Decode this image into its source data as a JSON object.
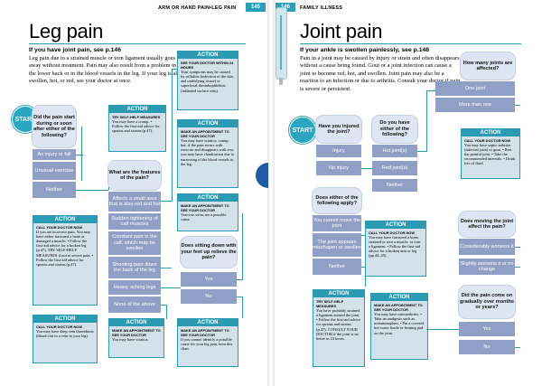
{
  "header": {
    "left_section": "ARM OR HAND PAIN•LEG PAIN",
    "left_page": "145",
    "right_page": "146",
    "right_section": "FAMILY ILLNESS"
  },
  "leg": {
    "title": "Leg pain",
    "intro_lead": "If you have joint pain, see p.146",
    "intro_body": "Leg pain due to a strained muscle or torn ligament usually goes away without treatment. Pain may also result from a problem in the lower back or in the blood vessels in the leg. If your leg is also swollen, hot, or red, see your doctor at once.",
    "start": "START",
    "q1": "Did the pain start during or soon after either of the following?",
    "q1_options": [
      "An injury or fall",
      "Unusual exercise",
      "Neither"
    ],
    "q2": "What are the features of the pain?",
    "q2_options": [
      "Affects a small area that is also red and hot",
      "Sudden tightening of calf muscles",
      "Constant pain in the calf, which may be swollen",
      "Shooting pain down the back of the leg",
      "Heavy, aching legs",
      "None of the above"
    ],
    "q3": "Does sitting down with your feet up relieve the pain?",
    "q3_options": [
      "Yes",
      "No"
    ],
    "actions": [
      {
        "title": "ACTION",
        "caption": "CALL YOUR DOCTOR NOW",
        "text": "If you are in severe pain. You may have either fractured a bone or damaged a muscle. • Follow the first-aid advice for a broken leg (p.47). TRY SELF-HELP MEASURES if not in severe pain. • Follow the first-aid advice for sprains and strains (p.47)."
      },
      {
        "title": "ACTION",
        "caption": "CALL YOUR DOCTOR NOW",
        "text": "You may have deep vein thrombosis (blood clot in a vein in your leg)."
      },
      {
        "title": "ACTION",
        "caption": "SEE YOUR DOCTOR WITHIN 24 HOURS",
        "text": "Your symptoms may be caused by cellulitis (infection of the skin and underlying tissue) or superficial thrombophlebitis (inflamed surface vein)."
      },
      {
        "title": "ACTION",
        "caption": "TRY SELF-HELP MEASURES",
        "text": "You may have a cramp. • Follow the first-aid advice for sprains and strains (p.47)."
      },
      {
        "title": "ACTION",
        "caption": "MAKE AN APPOINTMENT TO SEE YOUR DOCTOR",
        "text": "You may have sciatica, cramp, but, if the pain recurs with exercise and disappears with rest, you may have claudication due to narrowing of the blood vessels in the leg."
      },
      {
        "title": "ACTION",
        "caption": "MAKE AN APPOINTMENT TO SEE YOUR DOCTOR",
        "text": "Varicose veins are a possible cause."
      },
      {
        "title": "ACTION",
        "caption": "MAKE AN APPOINTMENT TO SEE YOUR DOCTOR",
        "text": "You may have sciatica."
      },
      {
        "title": "ACTION",
        "caption": "MAKE AN APPOINTMENT TO SEE YOUR DOCTOR",
        "text": "If you cannot identify a possible cause for your leg pain from this chart."
      }
    ]
  },
  "joint": {
    "title": "Joint pain",
    "intro_lead": "If your ankle is swollen painlessly, see p.148",
    "intro_body": "Pain in a joint may be caused by injury or strain and often disappears without a cause being found. Gout or a joint infection can cause a joint to become red, hot, and swollen. Joint pain may also be a reaction to an infection or due to arthritis. Consult your doctor if pain is severe or persistent.",
    "start": "START",
    "q_injured": "Have you injured the joint?",
    "q_injured_options": [
      "Injury",
      "No injury"
    ],
    "q_either": "Do you have either of the following?",
    "q_either_options": [
      "Hot joint(s)",
      "Red joint(s)",
      "Neither"
    ],
    "q_apply": "Does either of the following apply?",
    "q_apply_options": [
      "You cannot move the joint",
      "The joint appears misshapen or swollen",
      "Neither"
    ],
    "q_many": "How many joints are affected?",
    "q_many_options": [
      "One joint",
      "More than one"
    ],
    "q_moving": "Does moving the joint affect the pain?",
    "q_moving_options": [
      "Considerably worsens it",
      "Slightly worsens it or no change"
    ],
    "q_gradual": "Did the pain come on gradually over months or years?",
    "q_gradual_options": [
      "Yes",
      "No"
    ],
    "actions": [
      {
        "title": "ACTION",
        "caption": "CALL YOUR DOCTOR NOW",
        "text": "You may have septic arthritis (infected joint) or gout. • Rest the painful joint. • Take the recommended intervals. • Drink lots of fluid."
      },
      {
        "title": "ACTION",
        "caption": "CALL YOUR DOCTOR NOW",
        "text": "You may have fractured a bone, strained or torn a muscle, or torn a ligament. • Follow the first-aid advice for a broken arm or leg (pp.44–45)."
      },
      {
        "title": "ACTION",
        "caption": "TRY SELF-HELP MEASURES",
        "text": "You have probably strained a ligament around the joint. • Follow the first-aid advice for sprains and strains (p.47). CONSULT YOUR DOCTOR if the joint is no better in 24 hours."
      },
      {
        "title": "ACTION",
        "caption": "MAKE AN APPOINTMENT TO SEE YOUR DOCTOR",
        "text": "You may have osteoarthritis. • Take an analgesic such as acetaminophen. • Put a covered hot-water bottle or heating pad on the joint."
      }
    ]
  },
  "colors": {
    "accent": "#2aa0b8",
    "question_bg": "#dfe6f3",
    "option_bg": "#8f9fc6",
    "action_bg": "#d3e2ea",
    "edge_tab": "#1e5aa8"
  }
}
